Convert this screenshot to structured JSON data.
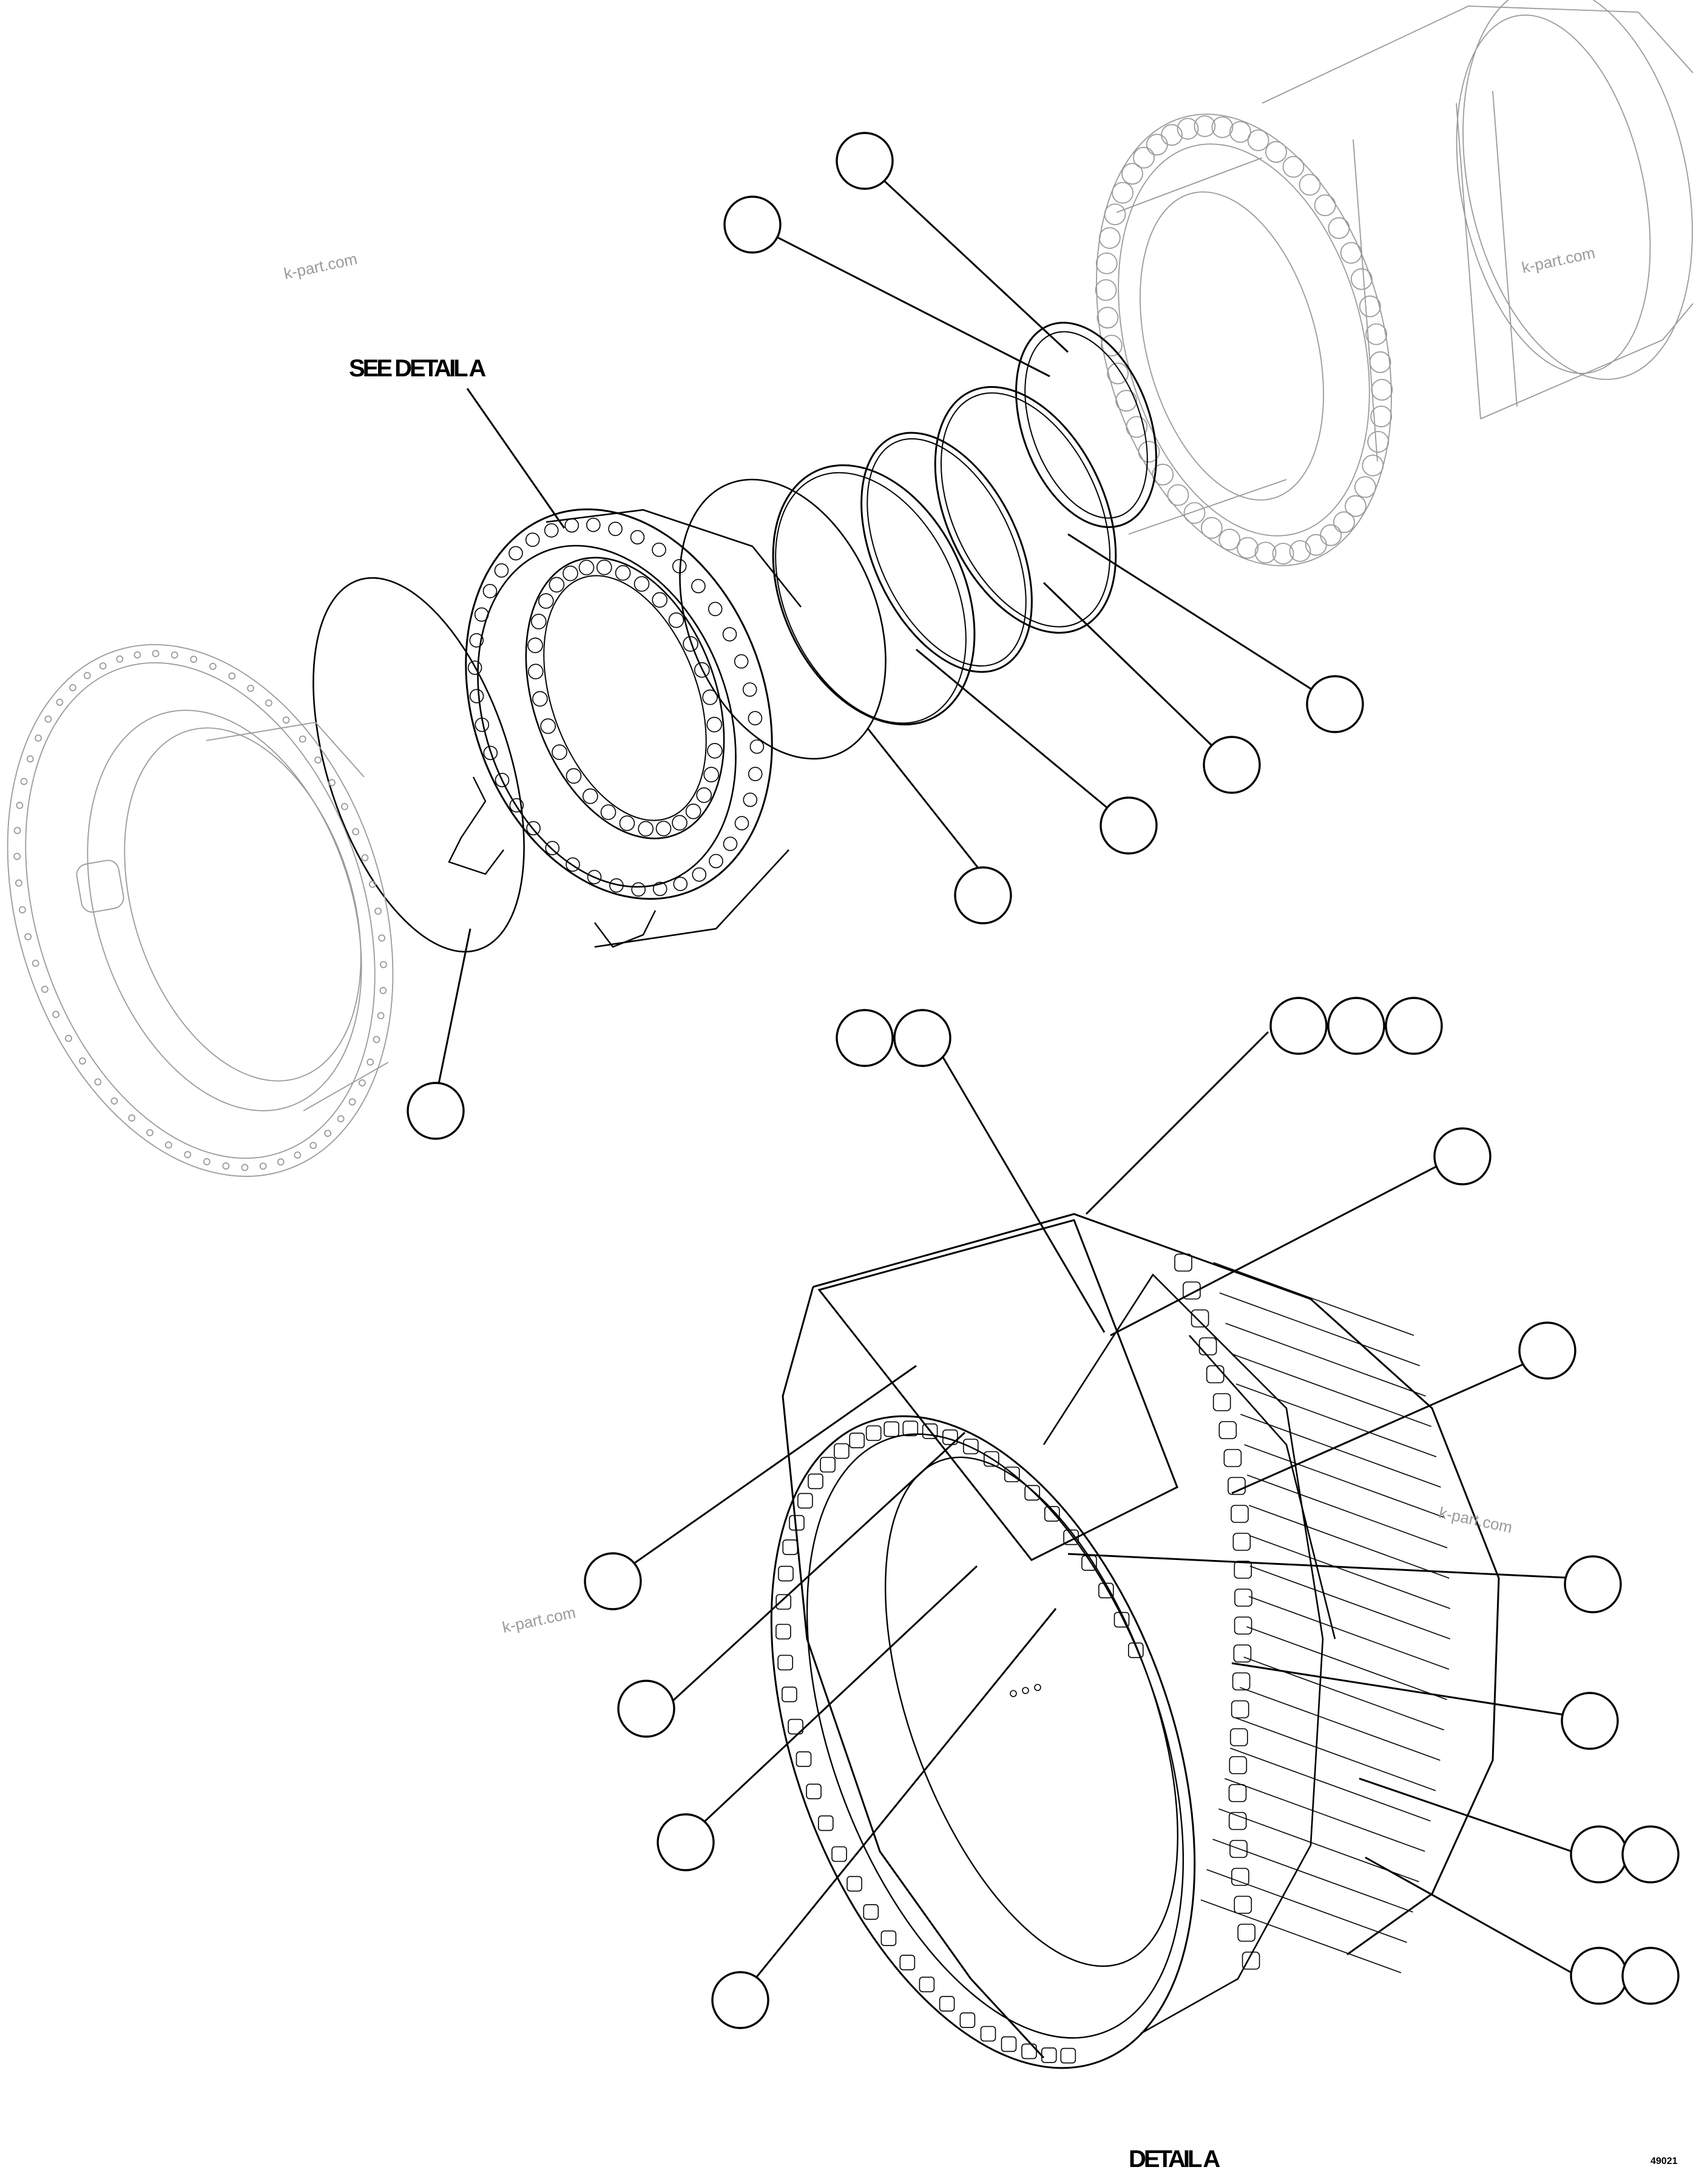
{
  "figure": {
    "labels": {
      "see_detail": "SEE DETAIL A",
      "detail_title": "DETAIL A",
      "figure_number": "49021"
    },
    "watermarks": [
      "k-part.com",
      "k-part.com",
      "k-part.com",
      "k-part.com"
    ],
    "callout_count": 25,
    "colors": {
      "lines": "#000000",
      "ghost_lines": "#9a9a9a",
      "background": "#ffffff"
    }
  }
}
